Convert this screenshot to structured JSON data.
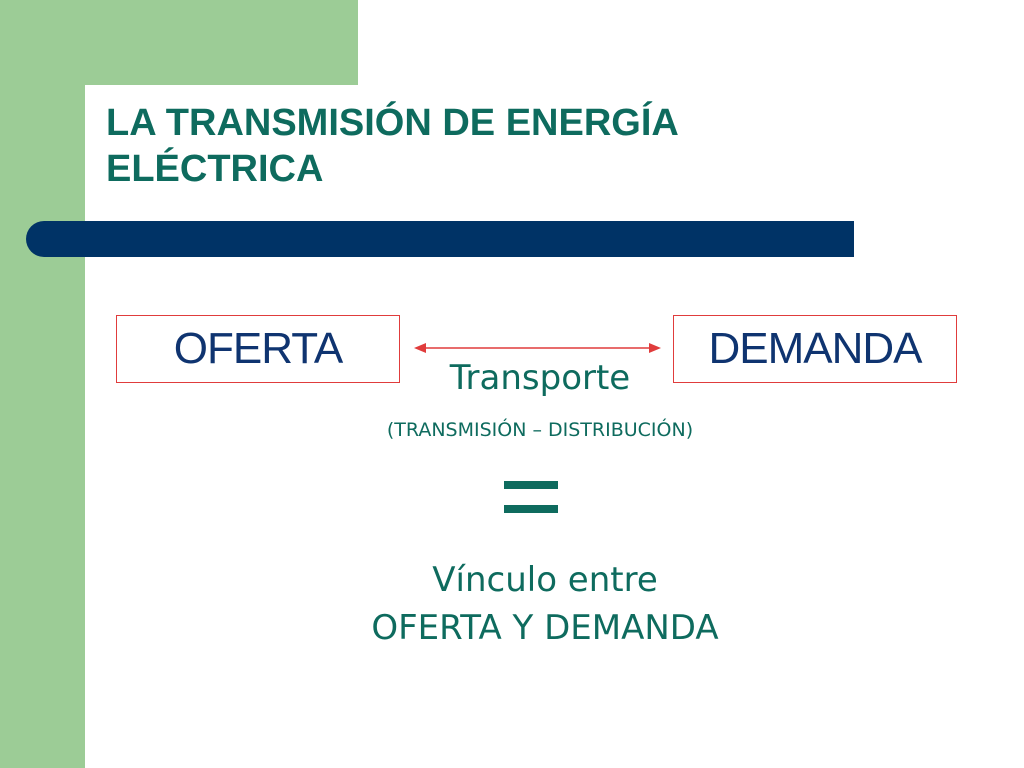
{
  "slide": {
    "title_line1": "LA TRANSMISIÓN DE ENERGÍA",
    "title_line2": "ELÉCTRICA",
    "left_box": "OFERTA",
    "right_box": "DEMANDA",
    "link_label": "Transporte",
    "link_sublabel": "(TRANSMISIÓN – DISTRIBUCIÓN)",
    "equals_symbol": "=",
    "conclusion_line1": "Vínculo entre",
    "conclusion_line2": "OFERTA Y DEMANDA"
  },
  "colors": {
    "green_band": "#9ccc96",
    "title_text": "#0e6b5e",
    "blue_bar": "#003366",
    "box_border": "#e03c3c",
    "box_text": "#0f3470",
    "arrow": "#e03c3c"
  }
}
